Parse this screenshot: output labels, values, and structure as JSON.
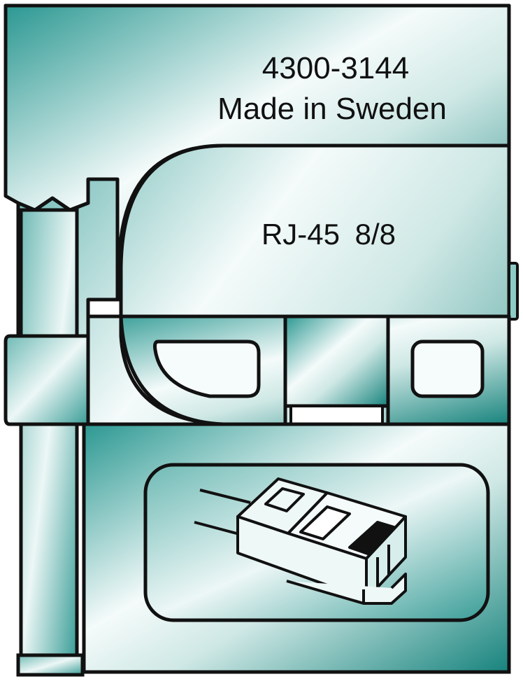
{
  "part_number": "4300-3144",
  "origin_text": "Made in Sweden",
  "connector_type": "RJ-45  8/8",
  "colors": {
    "body_light": "#f4fbfa",
    "body_mid": "#a8d6d2",
    "body_dark": "#1f8a84",
    "outline": "#111111"
  },
  "icons": {
    "connector": "rj45-plug-icon"
  }
}
